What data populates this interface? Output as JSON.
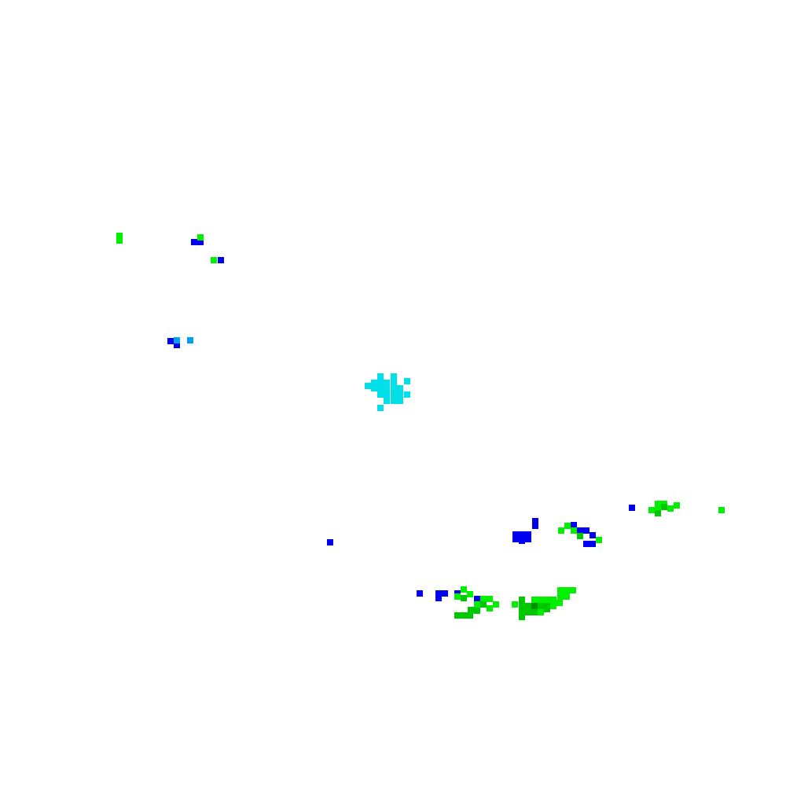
{
  "map": {
    "background": "#ffffff",
    "palette": {
      "blue": "#0000f0",
      "sky": "#00a0f0",
      "cyan": "#00e0e8",
      "lime": "#00f000",
      "green": "#00c800",
      "darkgreen": "#009000"
    },
    "echo_clusters": [
      {
        "id": "nw-lime-1",
        "color": "lime",
        "cells": [
          [
            148,
            296
          ],
          [
            148,
            302
          ]
        ]
      },
      {
        "id": "nw-blue-1",
        "color": "blue",
        "cells": [
          [
            243,
            304
          ],
          [
            251,
            304
          ]
        ]
      },
      {
        "id": "nw-lime-2",
        "color": "lime",
        "cells": [
          [
            251,
            298
          ]
        ]
      },
      {
        "id": "nw-mixed-1",
        "color": "lime",
        "cells": [
          [
            268,
            327
          ]
        ]
      },
      {
        "id": "nw-blue-2",
        "color": "blue",
        "cells": [
          [
            277,
            327
          ]
        ]
      },
      {
        "id": "w-blue-1",
        "color": "blue",
        "cells": [
          [
            213,
            430
          ],
          [
            221,
            435
          ]
        ]
      },
      {
        "id": "w-sky-1",
        "color": "sky",
        "cells": [
          [
            221,
            429
          ],
          [
            238,
            429
          ]
        ]
      },
      {
        "id": "center-cyan",
        "color": "cyan",
        "cells": [
          [
            480,
            475
          ],
          [
            497,
            475
          ],
          [
            472,
            483
          ],
          [
            480,
            483
          ],
          [
            488,
            483
          ],
          [
            497,
            483
          ],
          [
            514,
            481
          ],
          [
            464,
            487
          ],
          [
            472,
            490
          ],
          [
            480,
            490
          ],
          [
            488,
            490
          ],
          [
            497,
            490
          ],
          [
            505,
            490
          ],
          [
            480,
            498
          ],
          [
            488,
            498
          ],
          [
            497,
            498
          ],
          [
            505,
            498
          ],
          [
            514,
            498
          ],
          [
            488,
            506
          ],
          [
            497,
            506
          ],
          [
            505,
            506
          ],
          [
            480,
            515
          ]
        ]
      },
      {
        "id": "e-blue-1",
        "color": "blue",
        "cells": [
          [
            800,
            642
          ]
        ]
      },
      {
        "id": "e-green-1",
        "color": "lime",
        "cells": [
          [
            833,
            637
          ],
          [
            841,
            637
          ],
          [
            857,
            639
          ],
          [
            825,
            645
          ],
          [
            833,
            645
          ],
          [
            849,
            643
          ],
          [
            914,
            645
          ]
        ]
      },
      {
        "id": "e-green-2",
        "color": "green",
        "cells": [
          [
            841,
            641
          ],
          [
            833,
            649
          ]
        ]
      },
      {
        "id": "se-blue-1",
        "color": "blue",
        "cells": [
          [
            677,
            659
          ],
          [
            677,
            665
          ]
        ]
      },
      {
        "id": "se-blue-2",
        "color": "blue",
        "cells": [
          [
            652,
            676
          ],
          [
            660,
            676
          ],
          [
            668,
            676
          ],
          [
            652,
            682
          ],
          [
            660,
            684
          ],
          [
            668,
            682
          ]
        ]
      },
      {
        "id": "se-blue-3",
        "color": "blue",
        "cells": [
          [
            726,
            664
          ],
          [
            734,
            671
          ],
          [
            742,
            671
          ],
          [
            750,
            677
          ],
          [
            742,
            688
          ],
          [
            750,
            688
          ]
        ]
      },
      {
        "id": "se-lime-1",
        "color": "lime",
        "cells": [
          [
            718,
            665
          ],
          [
            710,
            671
          ],
          [
            726,
            671
          ],
          [
            758,
            683
          ]
        ]
      },
      {
        "id": "se-green-1",
        "color": "green",
        "cells": [
          [
            734,
            678
          ]
        ]
      },
      {
        "id": "sw-blue-dot",
        "color": "blue",
        "cells": [
          [
            416,
            686
          ]
        ]
      },
      {
        "id": "s-blue-1",
        "color": "blue",
        "cells": [
          [
            530,
            751
          ],
          [
            554,
            751
          ],
          [
            562,
            751
          ],
          [
            554,
            757
          ],
          [
            578,
            751
          ],
          [
            603,
            758
          ]
        ]
      },
      {
        "id": "s-green-1",
        "color": "lime",
        "cells": [
          [
            586,
            746
          ],
          [
            578,
            755
          ],
          [
            594,
            752
          ],
          [
            611,
            758
          ],
          [
            619,
            758
          ],
          [
            603,
            765
          ],
          [
            627,
            765
          ],
          [
            619,
            770
          ]
        ]
      },
      {
        "id": "s-green-2",
        "color": "green",
        "cells": [
          [
            586,
            757
          ],
          [
            611,
            765
          ],
          [
            595,
            772
          ],
          [
            603,
            773
          ],
          [
            578,
            779
          ],
          [
            586,
            779
          ],
          [
            594,
            779
          ]
        ]
      },
      {
        "id": "s-green-3",
        "color": "lime",
        "cells": [
          [
            709,
            747
          ],
          [
            717,
            747
          ],
          [
            725,
            747
          ],
          [
            709,
            755
          ],
          [
            717,
            755
          ],
          [
            676,
            759
          ],
          [
            684,
            759
          ],
          [
            692,
            759
          ],
          [
            700,
            759
          ],
          [
            708,
            763
          ],
          [
            651,
            765
          ],
          [
            700,
            767
          ],
          [
            684,
            775
          ]
        ]
      },
      {
        "id": "s-green-4",
        "color": "green",
        "cells": [
          [
            660,
            759
          ],
          [
            660,
            767
          ],
          [
            668,
            767
          ],
          [
            684,
            767
          ],
          [
            692,
            767
          ],
          [
            660,
            775
          ],
          [
            668,
            775
          ],
          [
            676,
            775
          ],
          [
            660,
            781
          ],
          [
            692,
            771
          ]
        ]
      },
      {
        "id": "s-darkgreen-1",
        "color": "darkgreen",
        "cells": [
          [
            676,
            767
          ]
        ]
      }
    ]
  }
}
